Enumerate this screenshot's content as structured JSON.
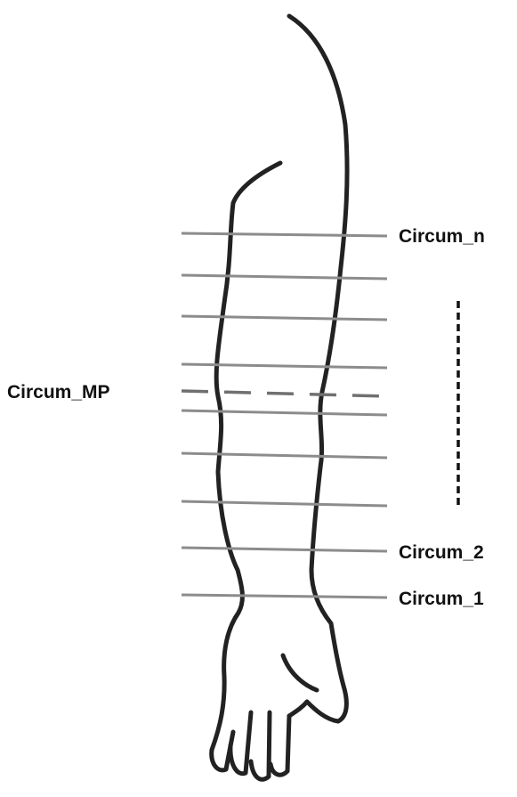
{
  "labels": {
    "top": "Circum_n",
    "midpoint": "Circum_MP",
    "second": "Circum_2",
    "first": "Circum_1"
  },
  "colors": {
    "outline": "#222222",
    "measurement_lines": "#8c8c8c",
    "text": "#111111",
    "background": "#ffffff"
  }
}
